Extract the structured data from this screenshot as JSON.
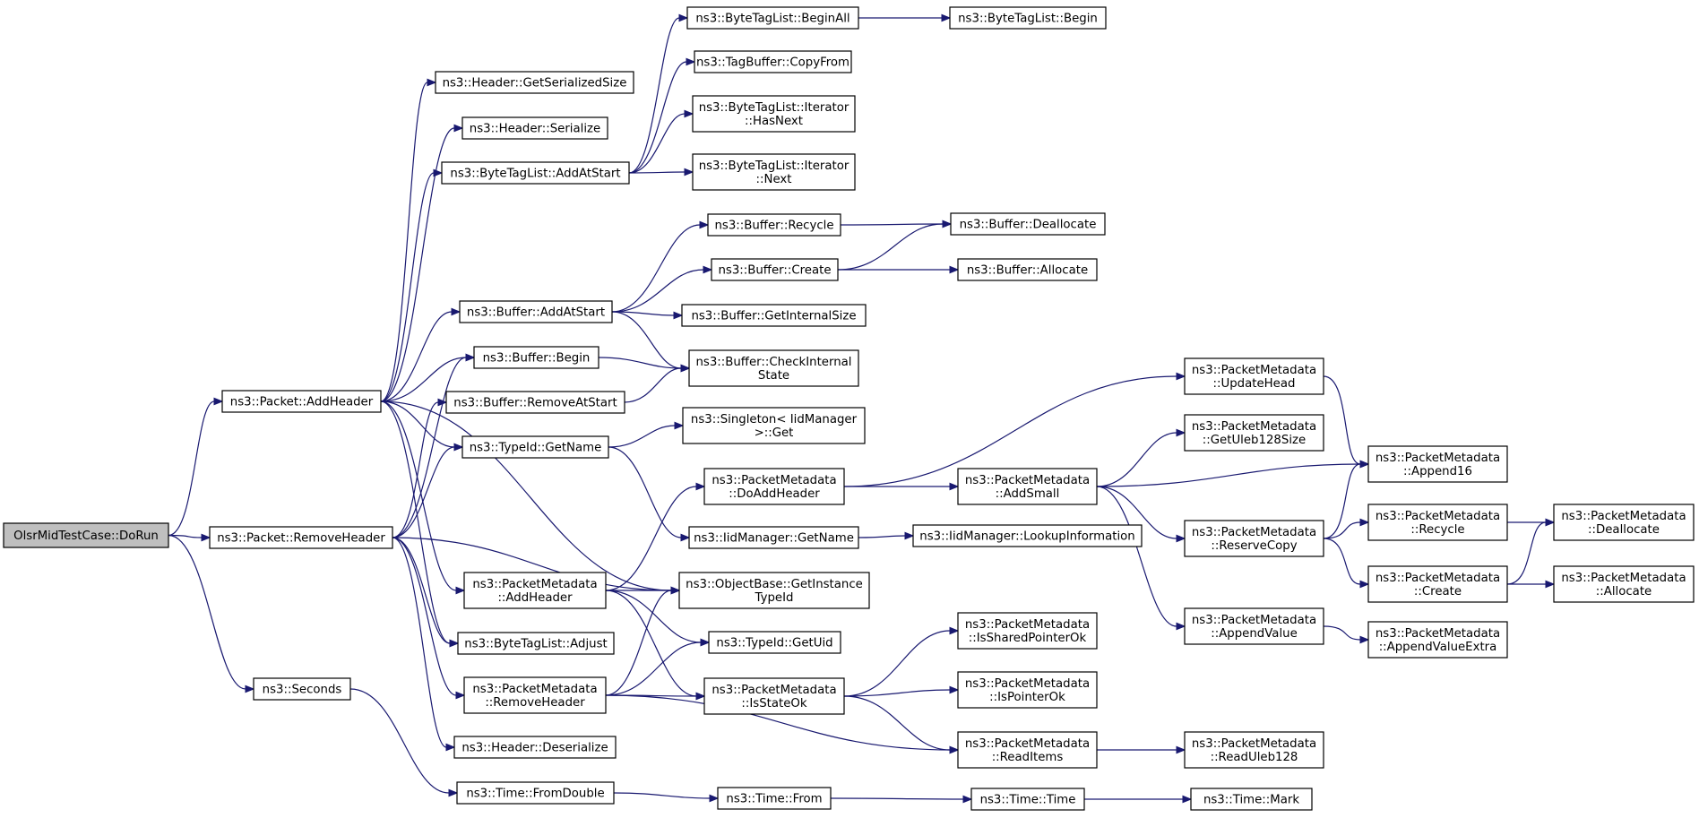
{
  "graph": {
    "type": "call-graph",
    "nodes": [
      {
        "id": "root",
        "lines": [
          "OlsrMidTestCase::DoRun"
        ],
        "root": true
      },
      {
        "id": "pkt_add",
        "lines": [
          "ns3::Packet::AddHeader"
        ]
      },
      {
        "id": "pkt_rem",
        "lines": [
          "ns3::Packet::RemoveHeader"
        ]
      },
      {
        "id": "seconds",
        "lines": [
          "ns3::Seconds"
        ]
      },
      {
        "id": "hdr_gss",
        "lines": [
          "ns3::Header::GetSerializedSize"
        ]
      },
      {
        "id": "hdr_ser",
        "lines": [
          "ns3::Header::Serialize"
        ]
      },
      {
        "id": "btl_aas",
        "lines": [
          "ns3::ByteTagList::AddAtStart"
        ]
      },
      {
        "id": "buf_aas",
        "lines": [
          "ns3::Buffer::AddAtStart"
        ]
      },
      {
        "id": "buf_begin",
        "lines": [
          "ns3::Buffer::Begin"
        ]
      },
      {
        "id": "buf_ras",
        "lines": [
          "ns3::Buffer::RemoveAtStart"
        ]
      },
      {
        "id": "tid_gn",
        "lines": [
          "ns3::TypeId::GetName"
        ]
      },
      {
        "id": "pm_addh",
        "lines": [
          "ns3::PacketMetadata",
          "::AddHeader"
        ]
      },
      {
        "id": "btl_adj",
        "lines": [
          "ns3::ByteTagList::Adjust"
        ]
      },
      {
        "id": "pm_remh",
        "lines": [
          "ns3::PacketMetadata",
          "::RemoveHeader"
        ]
      },
      {
        "id": "hdr_des",
        "lines": [
          "ns3::Header::Deserialize"
        ]
      },
      {
        "id": "time_fd",
        "lines": [
          "ns3::Time::FromDouble"
        ]
      },
      {
        "id": "btl_ba",
        "lines": [
          "ns3::ByteTagList::BeginAll"
        ]
      },
      {
        "id": "tb_cf",
        "lines": [
          "ns3::TagBuffer::CopyFrom"
        ]
      },
      {
        "id": "btl_ihn",
        "lines": [
          "ns3::ByteTagList::Iterator",
          "::HasNext"
        ]
      },
      {
        "id": "btl_in",
        "lines": [
          "ns3::ByteTagList::Iterator",
          "::Next"
        ]
      },
      {
        "id": "buf_rec",
        "lines": [
          "ns3::Buffer::Recycle"
        ]
      },
      {
        "id": "buf_cre",
        "lines": [
          "ns3::Buffer::Create"
        ]
      },
      {
        "id": "buf_gis",
        "lines": [
          "ns3::Buffer::GetInternalSize"
        ]
      },
      {
        "id": "buf_cis",
        "lines": [
          "ns3::Buffer::CheckInternal",
          "State"
        ]
      },
      {
        "id": "sing_get",
        "lines": [
          "ns3::Singleton< IidManager",
          ">::Get"
        ]
      },
      {
        "id": "pm_doadd",
        "lines": [
          "ns3::PacketMetadata",
          "::DoAddHeader"
        ]
      },
      {
        "id": "iid_gn",
        "lines": [
          "ns3::IidManager::GetName"
        ]
      },
      {
        "id": "ob_git",
        "lines": [
          "ns3::ObjectBase::GetInstance",
          "TypeId"
        ]
      },
      {
        "id": "tid_gu",
        "lines": [
          "ns3::TypeId::GetUid"
        ]
      },
      {
        "id": "pm_iso",
        "lines": [
          "ns3::PacketMetadata",
          "::IsStateOk"
        ]
      },
      {
        "id": "time_from",
        "lines": [
          "ns3::Time::From"
        ]
      },
      {
        "id": "btl_begin",
        "lines": [
          "ns3::ByteTagList::Begin"
        ]
      },
      {
        "id": "buf_dealloc",
        "lines": [
          "ns3::Buffer::Deallocate"
        ]
      },
      {
        "id": "buf_alloc",
        "lines": [
          "ns3::Buffer::Allocate"
        ]
      },
      {
        "id": "pm_uh",
        "lines": [
          "ns3::PacketMetadata",
          "::UpdateHead"
        ]
      },
      {
        "id": "pm_as",
        "lines": [
          "ns3::PacketMetadata",
          "::AddSmall"
        ]
      },
      {
        "id": "iid_li",
        "lines": [
          "ns3::IidManager::LookupInformation"
        ]
      },
      {
        "id": "pm_ispo",
        "lines": [
          "ns3::PacketMetadata",
          "::IsSharedPointerOk"
        ]
      },
      {
        "id": "pm_ipo",
        "lines": [
          "ns3::PacketMetadata",
          "::IsPointerOk"
        ]
      },
      {
        "id": "pm_ri",
        "lines": [
          "ns3::PacketMetadata",
          "::ReadItems"
        ]
      },
      {
        "id": "time_time",
        "lines": [
          "ns3::Time::Time"
        ]
      },
      {
        "id": "pm_gu128",
        "lines": [
          "ns3::PacketMetadata",
          "::GetUleb128Size"
        ]
      },
      {
        "id": "pm_rc",
        "lines": [
          "ns3::PacketMetadata",
          "::ReserveCopy"
        ]
      },
      {
        "id": "pm_av",
        "lines": [
          "ns3::PacketMetadata",
          "::AppendValue"
        ]
      },
      {
        "id": "pm_ru128",
        "lines": [
          "ns3::PacketMetadata",
          "::ReadUleb128"
        ]
      },
      {
        "id": "time_mark",
        "lines": [
          "ns3::Time::Mark"
        ]
      },
      {
        "id": "pm_a16",
        "lines": [
          "ns3::PacketMetadata",
          "::Append16"
        ]
      },
      {
        "id": "pm_rec",
        "lines": [
          "ns3::PacketMetadata",
          "::Recycle"
        ]
      },
      {
        "id": "pm_cre",
        "lines": [
          "ns3::PacketMetadata",
          "::Create"
        ]
      },
      {
        "id": "pm_ave",
        "lines": [
          "ns3::PacketMetadata",
          "::AppendValueExtra"
        ]
      },
      {
        "id": "pm_dealloc",
        "lines": [
          "ns3::PacketMetadata",
          "::Deallocate"
        ]
      },
      {
        "id": "pm_alloc",
        "lines": [
          "ns3::PacketMetadata",
          "::Allocate"
        ]
      }
    ],
    "edges": [
      [
        "root",
        "pkt_add"
      ],
      [
        "root",
        "pkt_rem"
      ],
      [
        "root",
        "seconds"
      ],
      [
        "pkt_add",
        "hdr_gss"
      ],
      [
        "pkt_add",
        "hdr_ser"
      ],
      [
        "pkt_add",
        "btl_aas"
      ],
      [
        "pkt_add",
        "buf_aas"
      ],
      [
        "pkt_add",
        "buf_begin"
      ],
      [
        "pkt_add",
        "tid_gn"
      ],
      [
        "pkt_add",
        "pm_addh"
      ],
      [
        "pkt_add",
        "btl_adj"
      ],
      [
        "pkt_add",
        "ob_git"
      ],
      [
        "pkt_rem",
        "buf_begin"
      ],
      [
        "pkt_rem",
        "buf_ras"
      ],
      [
        "pkt_rem",
        "tid_gn"
      ],
      [
        "pkt_rem",
        "btl_adj"
      ],
      [
        "pkt_rem",
        "pm_remh"
      ],
      [
        "pkt_rem",
        "hdr_des"
      ],
      [
        "pkt_rem",
        "ob_git"
      ],
      [
        "seconds",
        "time_fd"
      ],
      [
        "btl_aas",
        "btl_ba"
      ],
      [
        "btl_aas",
        "tb_cf"
      ],
      [
        "btl_aas",
        "btl_ihn"
      ],
      [
        "btl_aas",
        "btl_in"
      ],
      [
        "btl_ba",
        "btl_begin"
      ],
      [
        "buf_aas",
        "buf_rec"
      ],
      [
        "buf_aas",
        "buf_cre"
      ],
      [
        "buf_aas",
        "buf_gis"
      ],
      [
        "buf_aas",
        "buf_cis"
      ],
      [
        "buf_rec",
        "buf_dealloc"
      ],
      [
        "buf_cre",
        "buf_dealloc"
      ],
      [
        "buf_cre",
        "buf_alloc"
      ],
      [
        "buf_begin",
        "buf_cis"
      ],
      [
        "buf_ras",
        "buf_cis"
      ],
      [
        "tid_gn",
        "sing_get"
      ],
      [
        "tid_gn",
        "iid_gn"
      ],
      [
        "iid_gn",
        "iid_li"
      ],
      [
        "pm_addh",
        "pm_doadd"
      ],
      [
        "pm_addh",
        "ob_git"
      ],
      [
        "pm_addh",
        "tid_gu"
      ],
      [
        "pm_addh",
        "pm_iso"
      ],
      [
        "pm_doadd",
        "pm_uh"
      ],
      [
        "pm_doadd",
        "pm_as"
      ],
      [
        "pm_remh",
        "ob_git"
      ],
      [
        "pm_remh",
        "tid_gu"
      ],
      [
        "pm_remh",
        "pm_iso"
      ],
      [
        "pm_remh",
        "pm_ri"
      ],
      [
        "pm_iso",
        "pm_ispo"
      ],
      [
        "pm_iso",
        "pm_ipo"
      ],
      [
        "pm_iso",
        "pm_ri"
      ],
      [
        "pm_ri",
        "pm_ru128"
      ],
      [
        "time_fd",
        "time_from"
      ],
      [
        "time_from",
        "time_time"
      ],
      [
        "time_time",
        "time_mark"
      ],
      [
        "pm_uh",
        "pm_a16"
      ],
      [
        "pm_as",
        "pm_gu128"
      ],
      [
        "pm_as",
        "pm_a16"
      ],
      [
        "pm_as",
        "pm_rc"
      ],
      [
        "pm_as",
        "pm_av"
      ],
      [
        "pm_rc",
        "pm_a16"
      ],
      [
        "pm_rc",
        "pm_rec"
      ],
      [
        "pm_rc",
        "pm_cre"
      ],
      [
        "pm_av",
        "pm_ave"
      ],
      [
        "pm_rec",
        "pm_dealloc"
      ],
      [
        "pm_cre",
        "pm_dealloc"
      ],
      [
        "pm_cre",
        "pm_alloc"
      ]
    ]
  },
  "colors": {
    "edge": "#191970",
    "root_fill": "#bfbfbf",
    "node_fill": "#ffffff",
    "node_border": "#000000"
  }
}
